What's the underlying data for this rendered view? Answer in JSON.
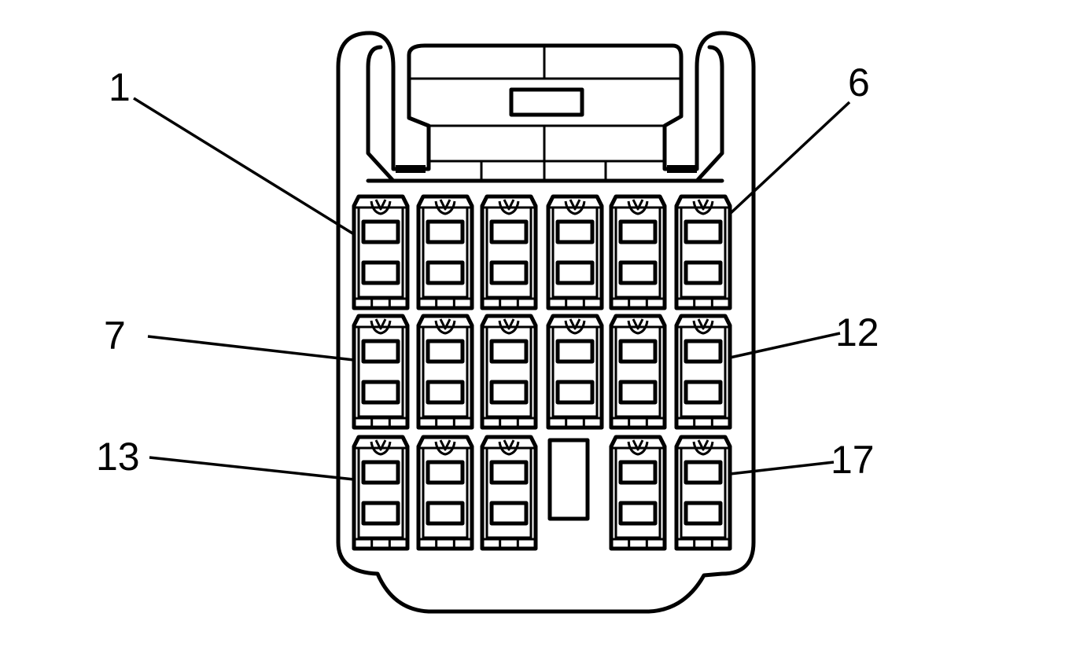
{
  "diagram": {
    "colors": {
      "stroke": "#000000",
      "background": "#ffffff"
    },
    "callouts": [
      {
        "label": "1"
      },
      {
        "label": "6"
      },
      {
        "label": "7"
      },
      {
        "label": "12"
      },
      {
        "label": "13"
      },
      {
        "label": "17"
      }
    ]
  }
}
